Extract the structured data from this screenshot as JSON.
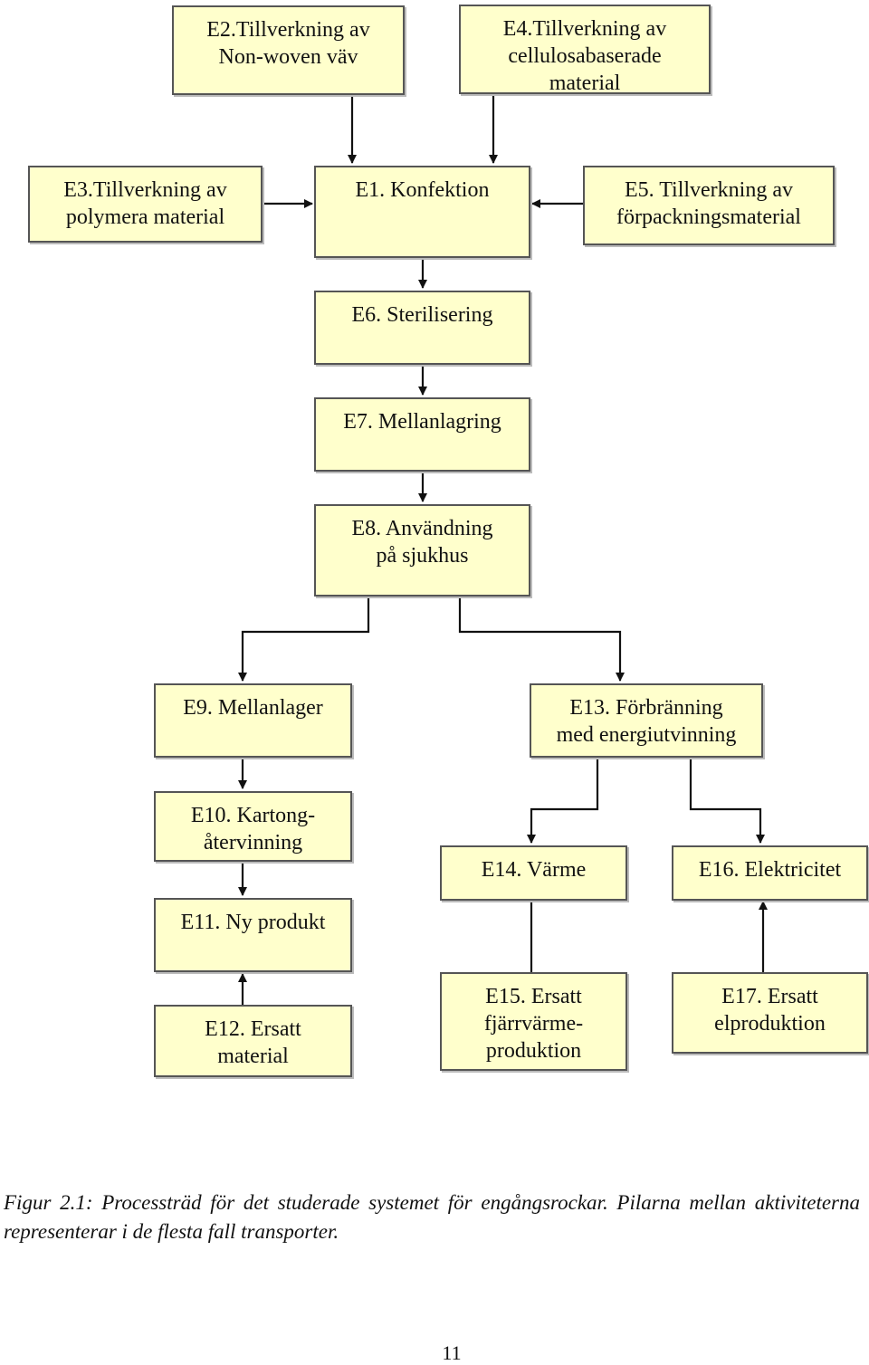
{
  "nodes": {
    "e2": {
      "line1": "E2.Tillverkning av",
      "line2": "Non-woven väv"
    },
    "e4": {
      "line1": "E4.Tillverkning av",
      "line2": "cellulosabaserade",
      "line3": "material"
    },
    "e3": {
      "line1": "E3.Tillverkning av",
      "line2": "polymera material"
    },
    "e1": {
      "line1": "E1. Konfektion"
    },
    "e5": {
      "line1": "E5. Tillverkning av",
      "line2": "förpackningsmaterial"
    },
    "e6": {
      "line1": "E6. Sterilisering"
    },
    "e7": {
      "line1": "E7. Mellanlagring"
    },
    "e8": {
      "line1": "E8. Användning",
      "line2": "på sjukhus"
    },
    "e9": {
      "line1": "E9. Mellanlager"
    },
    "e13": {
      "line1": "E13. Förbränning",
      "line2": "med energiutvinning"
    },
    "e10": {
      "line1": "E10. Kartong-",
      "line2": "återvinning"
    },
    "e14": {
      "line1": "E14. Värme"
    },
    "e16": {
      "line1": "E16. Elektricitet"
    },
    "e11": {
      "line1": "E11. Ny produkt"
    },
    "e12": {
      "line1": "E12. Ersatt",
      "line2": "material"
    },
    "e15": {
      "line1": "E15. Ersatt",
      "line2": "fjärrvärme-",
      "line3": "produktion"
    },
    "e17": {
      "line1": "E17. Ersatt",
      "line2": "elproduktion"
    }
  },
  "caption": {
    "text": "Figur 2.1: Processträd för det studerade systemet för engångsrockar. Pilarna mellan aktiviteterna representerar i de flesta fall transporter."
  },
  "page_number": "11",
  "colors": {
    "box_fill": "#ffffcc",
    "box_border": "#555555",
    "connector": "#111111"
  }
}
